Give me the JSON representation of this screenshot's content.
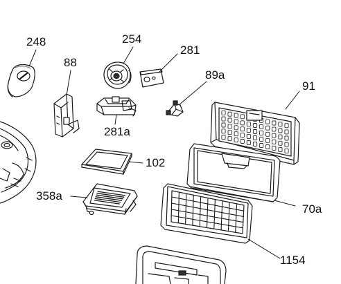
{
  "colors": {
    "line": "#1a1a1a",
    "part_fill": "#ffffff",
    "shade": "#9a9a9a",
    "dark": "#333333",
    "background": "#ffffff"
  },
  "callouts": {
    "p248": "248",
    "p254": "254",
    "p281": "281",
    "p88": "88",
    "p89a": "89a",
    "p91": "91",
    "p281a": "281a",
    "p102": "102",
    "p358a": "358a",
    "p70a": "70a",
    "p1154": "1154"
  }
}
